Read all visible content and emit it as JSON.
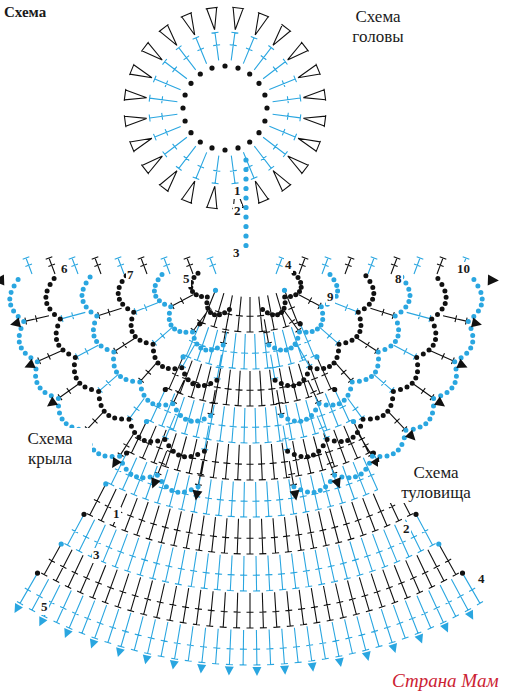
{
  "diagram": {
    "title": "Схема",
    "labels": [
      "Схема головы",
      "1",
      "2",
      "3",
      "Схема крыла",
      "6",
      "7",
      "5",
      "4",
      "9",
      "8",
      "10",
      "Схема туловища",
      "1",
      "2",
      "3",
      "4",
      "5",
      "Страна Мам"
    ]
  }
}
